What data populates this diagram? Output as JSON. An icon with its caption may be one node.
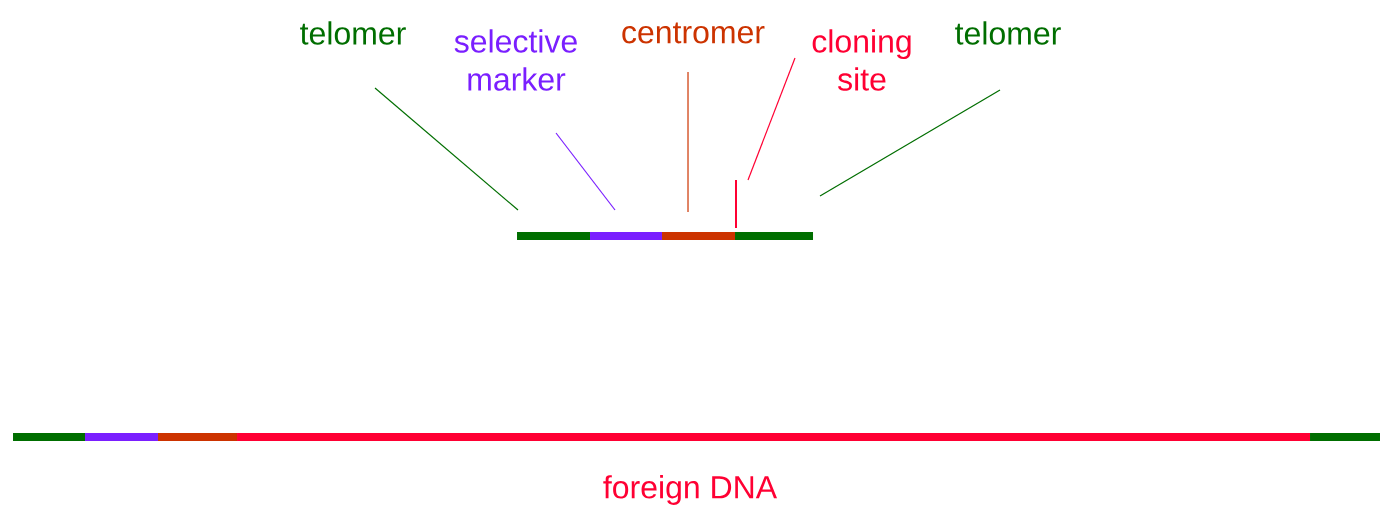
{
  "diagram": {
    "nodes": [
      {
        "text": [
          "telomer"
        ]
      },
      {
        "text": [
          "selective marker"
        ]
      },
      {
        "text": [
          "centromer"
        ]
      },
      {
        "text": [
          "cloning site"
        ]
      },
      {
        "text": [
          "telomer"
        ]
      },
      {
        "text": [],
        "shape": "bar"
      },
      {
        "text": [],
        "shape": "bar"
      },
      {
        "text": [],
        "shape": "bar"
      },
      {
        "text": [],
        "shape": "bar"
      },
      {
        "text": [],
        "shape": "bar"
      },
      {
        "text": [],
        "shape": "bar"
      },
      {
        "text": [],
        "shape": "bar"
      },
      {
        "text": [],
        "shape": "bar"
      },
      {
        "text": [],
        "shape": "bar",
        "beside": [
          "foreign DNA"
        ]
      },
      {
        "text": [],
        "shape": "bar"
      }
    ],
    "edges": [
      {
        "from": 0,
        "to": 5,
        "arrow": "none",
        "color": "#006e00"
      },
      {
        "from": 1,
        "to": 6,
        "arrow": "none",
        "color": "#7a1fff"
      },
      {
        "from": 2,
        "to": 7,
        "arrow": "none",
        "color": "#cc3300"
      },
      {
        "from": 3,
        "to": 9,
        "arrow": "none",
        "color": "#ff0033"
      },
      {
        "from": 4,
        "to": 8,
        "arrow": "none",
        "color": "#006e00"
      }
    ]
  }
}
